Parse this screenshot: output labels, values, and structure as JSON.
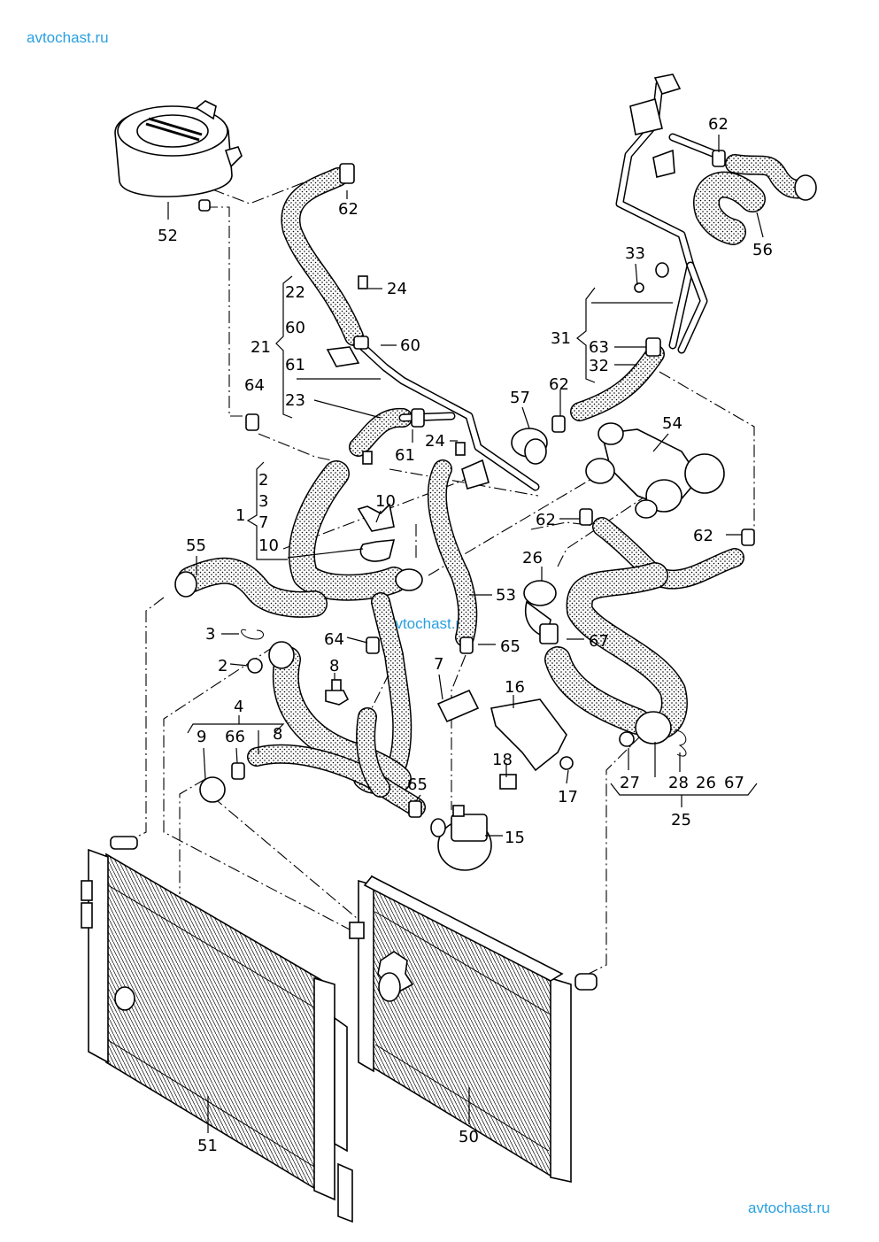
{
  "watermarks": {
    "top": "avtochast.ru",
    "center": "avtochast.ru",
    "bottom": "avtochast.ru"
  },
  "labels": {
    "l1": "1",
    "l2a": "2",
    "l2b": "2",
    "l3a": "3",
    "l3b": "3",
    "l4": "4",
    "l7a": "7",
    "l7b": "7",
    "l8a": "8",
    "l8b": "8",
    "l9": "9",
    "l10a": "10",
    "l10b": "10",
    "l15": "15",
    "l16": "16",
    "l17": "17",
    "l18": "18",
    "l21": "21",
    "l22": "22",
    "l23": "23",
    "l24a": "24",
    "l24b": "24",
    "l25": "25",
    "l26a": "26",
    "l26b": "26",
    "l27": "27",
    "l28": "28",
    "l31": "31",
    "l32": "32",
    "l33": "33",
    "l50": "50",
    "l51": "51",
    "l52": "52",
    "l53": "53",
    "l54": "54",
    "l55": "55",
    "l56": "56",
    "l57": "57",
    "l60a": "60",
    "l60b": "60",
    "l61a": "61",
    "l61b": "61",
    "l62a": "62",
    "l62b": "62",
    "l62c": "62",
    "l62d": "62",
    "l62e": "62",
    "l63": "63",
    "l64a": "64",
    "l64b": "64",
    "l65a": "65",
    "l65b": "65",
    "l66": "66",
    "l67a": "67",
    "l67b": "67"
  }
}
